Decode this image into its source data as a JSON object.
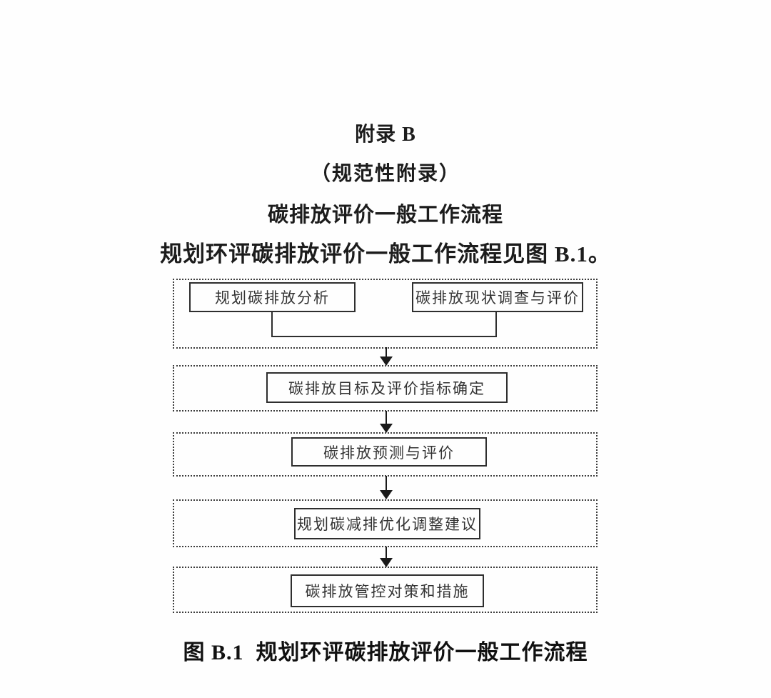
{
  "document": {
    "appendix_title": "附录 B",
    "appendix_type": "（规范性附录）",
    "section_title": "碳排放评价一般工作流程",
    "intro_text": "规划环评碳排放评价一般工作流程见图 B.1。",
    "figure_caption": "图 B.1  规划环评碳排放评价一般工作流程"
  },
  "flowchart": {
    "stages": [
      {
        "boxes": [
          {
            "label": "规划碳排放分析"
          },
          {
            "label": "碳排放现状调查与评价"
          }
        ]
      },
      {
        "boxes": [
          {
            "label": "碳排放目标及评价指标确定"
          }
        ]
      },
      {
        "boxes": [
          {
            "label": "碳排放预测与评价"
          }
        ]
      },
      {
        "boxes": [
          {
            "label": "规划碳减排优化调整建议"
          }
        ]
      },
      {
        "boxes": [
          {
            "label": "碳排放管控对策和措施"
          }
        ]
      }
    ]
  },
  "colors": {
    "page_background": "#fefefe",
    "heading_text": "#1c1c1c",
    "box_text": "#333333",
    "box_border": "#2e2e2e",
    "dashed_border": "#3c3c3c",
    "arrow": "#1a1a1a"
  }
}
